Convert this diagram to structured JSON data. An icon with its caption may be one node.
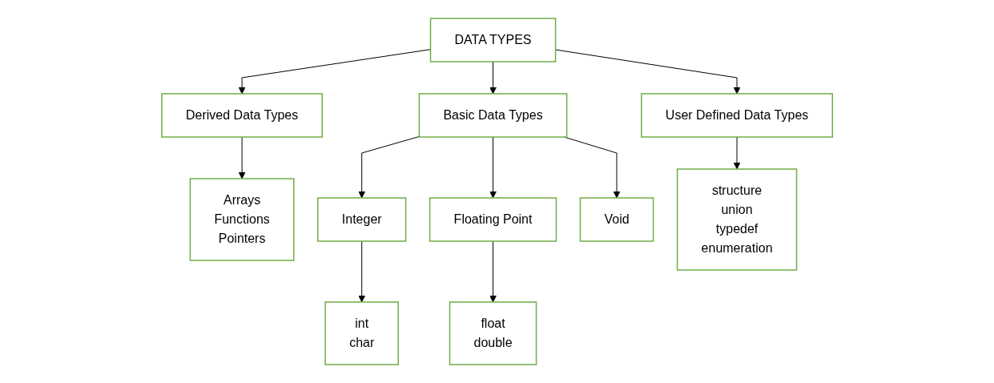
{
  "diagram": {
    "nodes": [
      {
        "text": [
          "DATA TYPES"
        ]
      },
      {
        "text": [
          "Derived Data Types"
        ]
      },
      {
        "text": [
          "Basic Data Types"
        ]
      },
      {
        "text": [
          "User Defined Data Types"
        ]
      },
      {
        "text": [
          "Arrays",
          "Functions",
          "Pointers"
        ]
      },
      {
        "text": [
          "Integer"
        ]
      },
      {
        "text": [
          "Floating Point"
        ]
      },
      {
        "text": [
          "Void"
        ]
      },
      {
        "text": [
          "int",
          "char"
        ]
      },
      {
        "text": [
          "float",
          "double"
        ]
      },
      {
        "text": [
          "structure",
          "union",
          "typedef",
          "enumeration"
        ]
      }
    ],
    "edges": [
      {
        "from": 0,
        "to": 1,
        "arrow": "to"
      },
      {
        "from": 0,
        "to": 2,
        "arrow": "to"
      },
      {
        "from": 0,
        "to": 3,
        "arrow": "to"
      },
      {
        "from": 1,
        "to": 4,
        "arrow": "to"
      },
      {
        "from": 2,
        "to": 5,
        "arrow": "to"
      },
      {
        "from": 2,
        "to": 6,
        "arrow": "to"
      },
      {
        "from": 2,
        "to": 7,
        "arrow": "to"
      },
      {
        "from": 3,
        "to": 10,
        "arrow": "to"
      },
      {
        "from": 5,
        "to": 8,
        "arrow": "to"
      },
      {
        "from": 6,
        "to": 9,
        "arrow": "to"
      }
    ]
  }
}
